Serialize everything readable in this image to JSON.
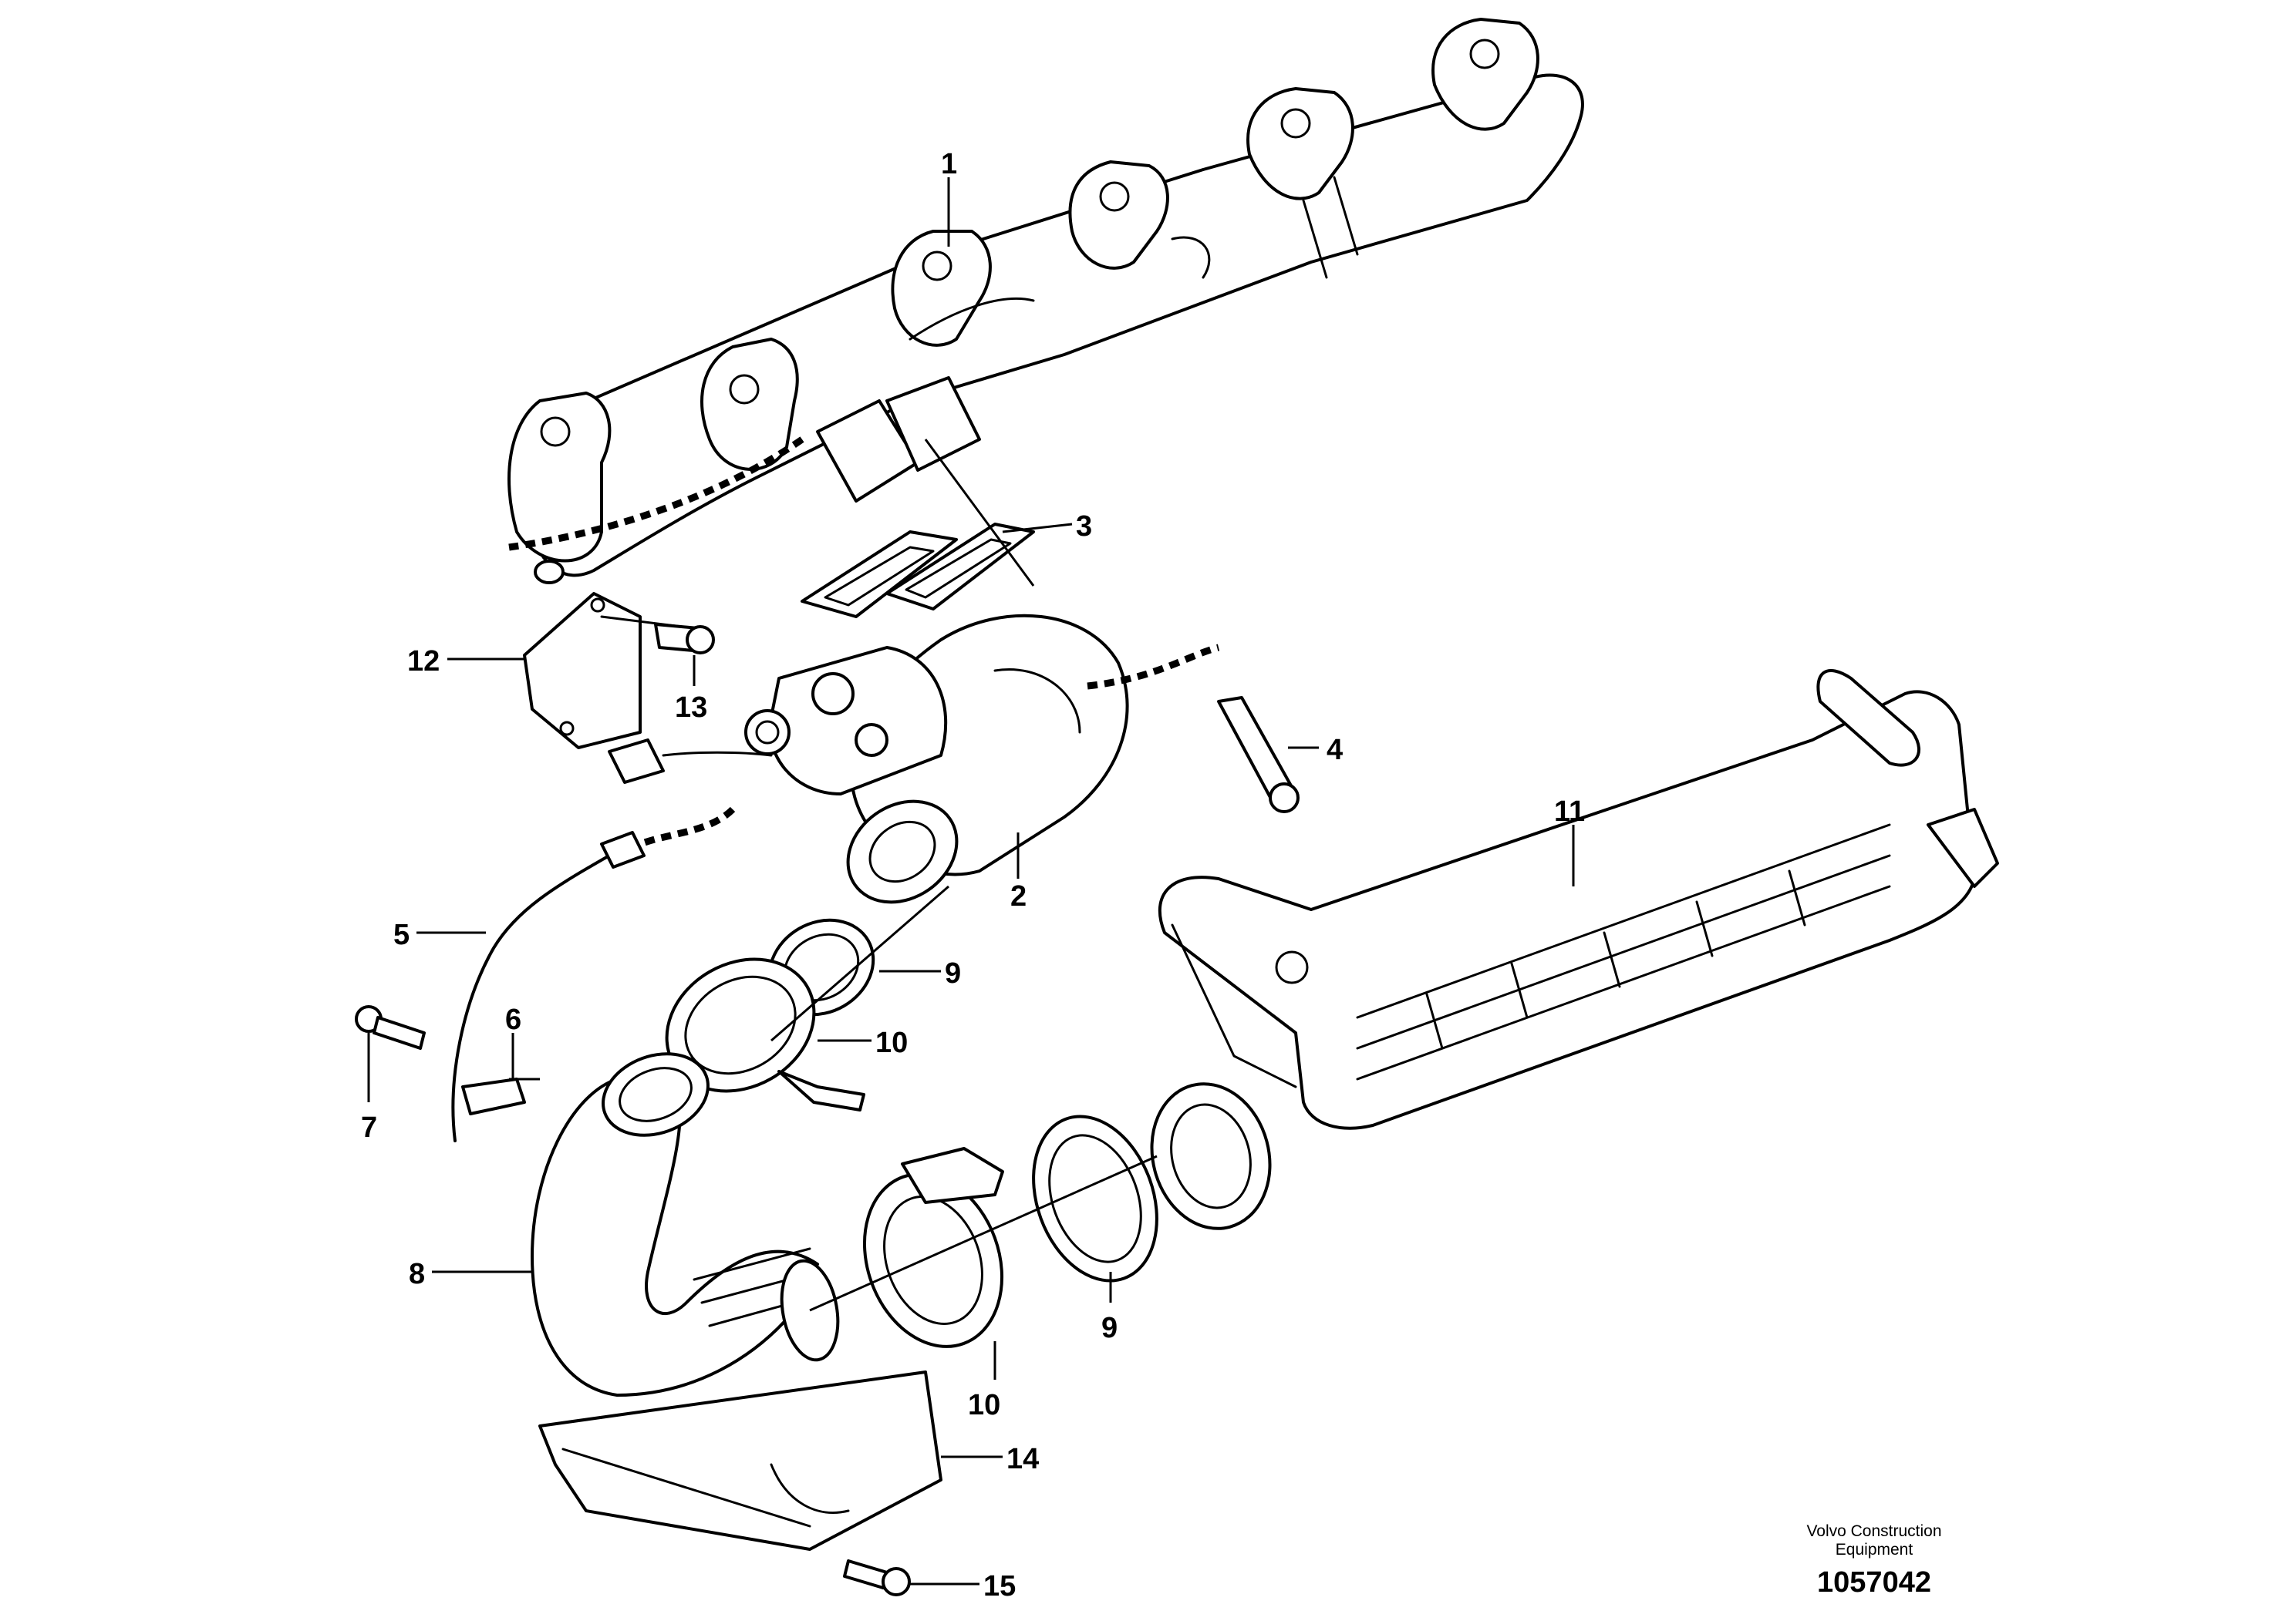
{
  "callouts": [
    {
      "id": "1",
      "text": "1"
    },
    {
      "id": "2",
      "text": "2"
    },
    {
      "id": "3",
      "text": "3"
    },
    {
      "id": "4",
      "text": "4"
    },
    {
      "id": "5",
      "text": "5"
    },
    {
      "id": "6",
      "text": "6"
    },
    {
      "id": "7",
      "text": "7"
    },
    {
      "id": "8",
      "text": "8"
    },
    {
      "id": "9a",
      "text": "9"
    },
    {
      "id": "9b",
      "text": "9"
    },
    {
      "id": "10a",
      "text": "10"
    },
    {
      "id": "10b",
      "text": "10"
    },
    {
      "id": "11",
      "text": "11"
    },
    {
      "id": "12",
      "text": "12"
    },
    {
      "id": "13",
      "text": "13"
    },
    {
      "id": "14",
      "text": "14"
    },
    {
      "id": "15",
      "text": "15"
    }
  ],
  "footer": {
    "brand_line1": "Volvo Construction",
    "brand_line2": "Equipment",
    "drawing_number": "1057042"
  }
}
